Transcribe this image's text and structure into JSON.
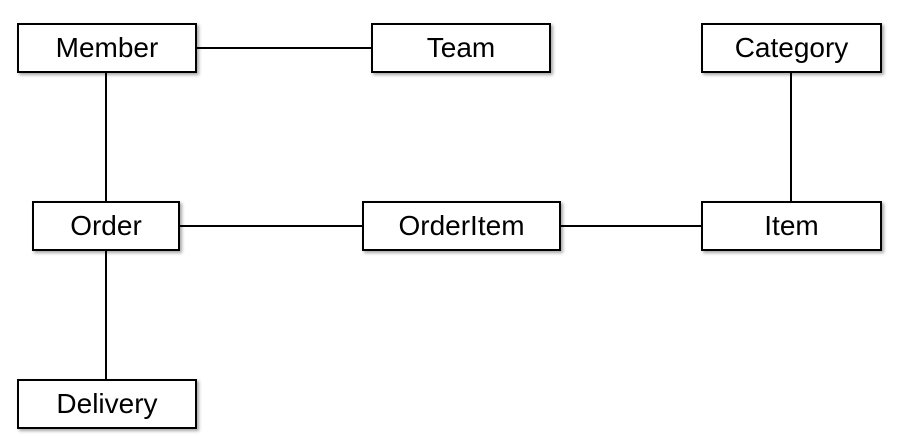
{
  "entities": {
    "member": "Member",
    "team": "Team",
    "category": "Category",
    "order": "Order",
    "orderitem": "OrderItem",
    "item": "Item",
    "delivery": "Delivery"
  },
  "relationships": [
    [
      "Member",
      "Team"
    ],
    [
      "Member",
      "Order"
    ],
    [
      "Order",
      "OrderItem"
    ],
    [
      "OrderItem",
      "Item"
    ],
    [
      "Category",
      "Item"
    ],
    [
      "Order",
      "Delivery"
    ]
  ]
}
